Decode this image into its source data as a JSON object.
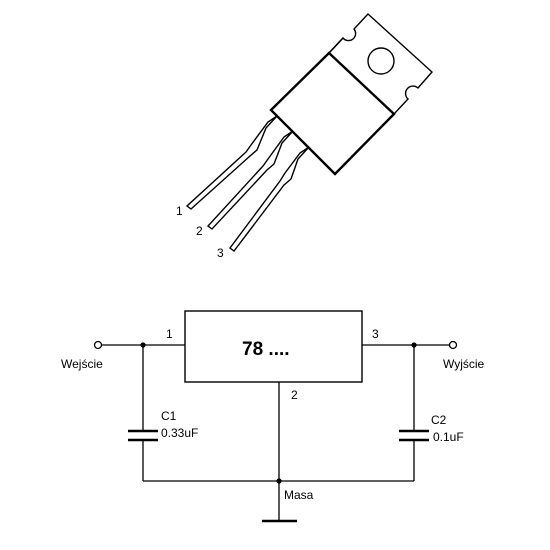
{
  "package": {
    "pin_labels": [
      "1",
      "2",
      "3"
    ]
  },
  "schematic": {
    "regulator_label": "78 ....",
    "pin_labels": [
      "1",
      "2",
      "3"
    ],
    "input_label": "Wejście",
    "output_label": "Wyjście",
    "ground_label": "Masa",
    "c1": {
      "name": "C1",
      "value": "0.33uF"
    },
    "c2": {
      "name": "C2",
      "value": "0.1uF"
    }
  }
}
